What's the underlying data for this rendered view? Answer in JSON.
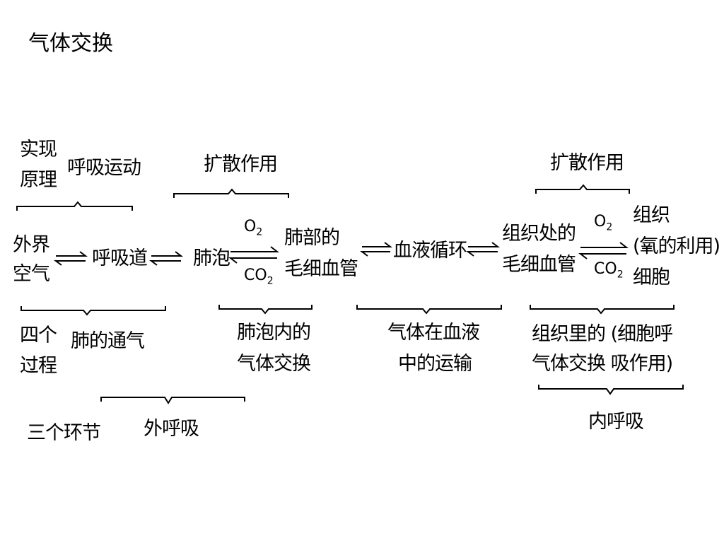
{
  "title": "气体交换",
  "principle": {
    "label_line1": "实现",
    "label_line2": "原理",
    "breathing_movement": "呼吸运动",
    "diffusion_1": "扩散作用",
    "diffusion_2": "扩散作用"
  },
  "flow": {
    "outside_line1": "外界",
    "outside_line2": "空气",
    "airway": "呼吸道",
    "alveoli": "肺泡",
    "o2_label_1": "O",
    "o2_sub_1": "2",
    "co2_label_1": "CO",
    "co2_sub_1": "2",
    "lung_capillary_line1": "肺部的",
    "lung_capillary_line2": "毛细血管",
    "circulation": "血液循环",
    "tissue_capillary_line1": "组织处的",
    "tissue_capillary_line2": "毛细血管",
    "o2_label_2": "O",
    "o2_sub_2": "2",
    "co2_label_2": "CO",
    "co2_sub_2": "2",
    "tissue_cell_line1": "组织",
    "tissue_cell_line2": "(氧的利用)",
    "tissue_cell_line3": "细胞"
  },
  "processes": {
    "label_line1": "四个",
    "label_line2": "过程",
    "ventilation": "肺的通气",
    "alveolar_exchange_line1": "肺泡内的",
    "alveolar_exchange_line2": "气体交换",
    "transport_line1": "气体在血液",
    "transport_line2": "中的运输",
    "tissue_exchange_line1": "组织里的 (细胞呼",
    "tissue_exchange_line2": "气体交换 吸作用)"
  },
  "links": {
    "label": "三个环节",
    "external": "外呼吸",
    "internal": "内呼吸"
  }
}
